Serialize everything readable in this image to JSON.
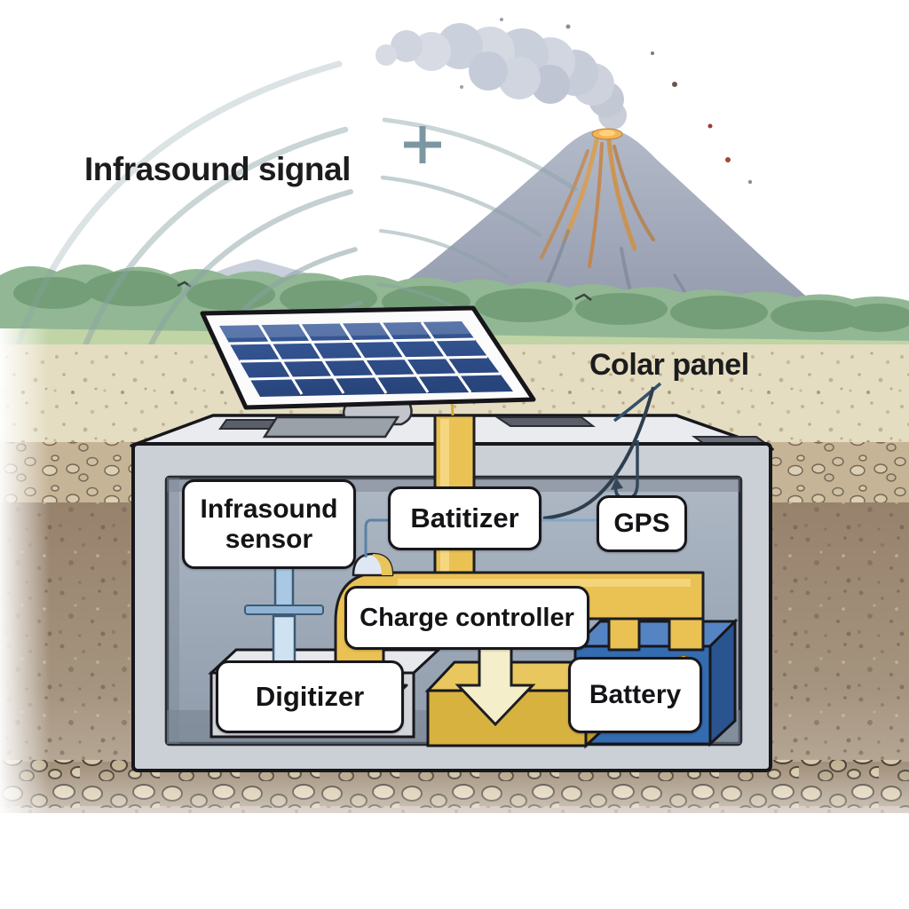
{
  "annotations": {
    "infrasound_signal": "Infrasound signal",
    "solar_panel": "Colar panel"
  },
  "nodes": {
    "infrasound_sensor": {
      "label": "Infrasound sensor"
    },
    "batitizer": {
      "label": "Batitizer"
    },
    "gps": {
      "label": "GPS"
    },
    "charge_controller": {
      "label": "Charge controller"
    },
    "digitizer": {
      "label": "Digitizer"
    },
    "battery": {
      "label": "Battery"
    }
  },
  "colors": {
    "pipe_yellow": "#eac253",
    "battery_blue": "#336cb1",
    "solar_cell_blue": "#2e4f8c",
    "vault_gray": "#cbd0d6",
    "interior_gray": "#9fabba",
    "wave_teal": "#8aa2a4",
    "sensor_arrow_blue": "#cfe2f2",
    "charge_arrow_cream": "#f4eecb",
    "sand": "#e4ddc1",
    "soil": "#a5947f"
  }
}
